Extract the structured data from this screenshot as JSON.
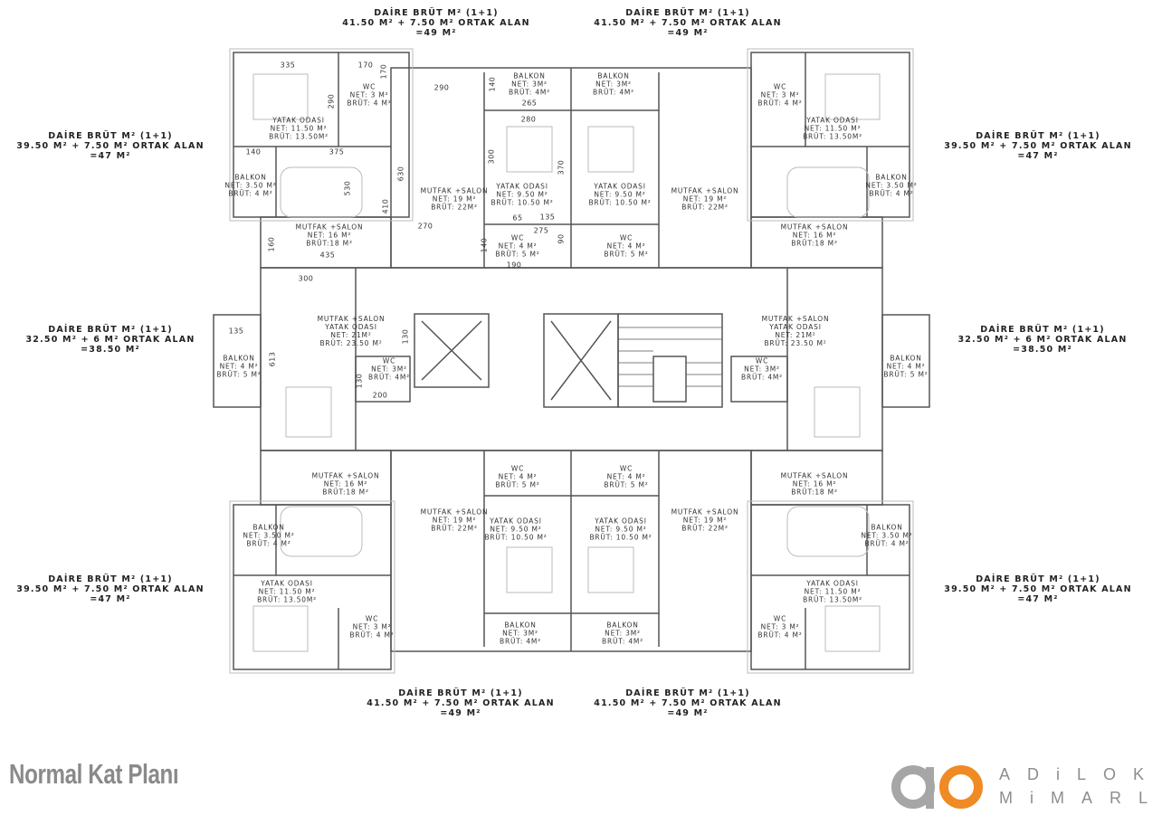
{
  "title": "Normal Kat Planı",
  "logo": {
    "line1": "ADiLOK",
    "line2": "MiMARL",
    "gray": "#a6a6a6",
    "orange": "#f08a24"
  },
  "summaries": {
    "top_left": [
      "DAİRE BRÜT M² (1+1)",
      "41.50 M² + 7.50 M² ORTAK ALAN",
      "=49 M²"
    ],
    "top_right": [
      "DAİRE BRÜT M² (1+1)",
      "41.50 M² + 7.50 M² ORTAK ALAN",
      "=49 M²"
    ],
    "left_upper": [
      "DAİRE BRÜT M² (1+1)",
      "39.50 M² + 7.50 M² ORTAK ALAN",
      "=47 M²"
    ],
    "right_upper": [
      "DAİRE BRÜT M² (1+1)",
      "39.50 M² + 7.50 M² ORTAK ALAN",
      "=47 M²"
    ],
    "left_middle": [
      "DAİRE BRÜT M² (1+1)",
      "32.50 M² + 6 M² ORTAK ALAN",
      "=38.50 M²"
    ],
    "right_middle": [
      "DAİRE BRÜT M² (1+1)",
      "32.50 M² + 6 M² ORTAK ALAN",
      "=38.50 M²"
    ],
    "left_lower": [
      "DAİRE BRÜT M² (1+1)",
      "39.50 M² + 7.50 M² ORTAK ALAN",
      "=47 M²"
    ],
    "right_lower": [
      "DAİRE BRÜT M² (1+1)",
      "39.50 M² + 7.50 M² ORTAK ALAN",
      "=47 M²"
    ],
    "bottom_left": [
      "DAİRE BRÜT M² (1+1)",
      "41.50 M² + 7.50 M² ORTAK ALAN",
      "=49 M²"
    ],
    "bottom_right": [
      "DAİRE BRÜT M² (1+1)",
      "41.50 M² + 7.50 M² ORTAK ALAN",
      "=49 M²"
    ]
  },
  "rooms": [
    {
      "name": "YATAK ODASI",
      "net": "NET: 11.50 M²",
      "brut": "BRÜT: 13.50M²"
    },
    {
      "name": "WC",
      "net": "NET: 3 M²",
      "brut": "BRÜT: 4 M²"
    },
    {
      "name": "BALKON",
      "net": "NET: 3.50 M²",
      "brut": "BRÜT: 4 M²"
    },
    {
      "name": "MUTFAK +SALON",
      "net": "NET: 16 M²",
      "brut": "BRÜT:18 M²"
    },
    {
      "name": "MUTFAK +SALON",
      "net": "NET: 19 M²",
      "brut": "BRÜT: 22M²"
    },
    {
      "name": "BALKON",
      "net": "NET: 3M²",
      "brut": "BRÜT: 4M²"
    },
    {
      "name": "YATAK ODASI",
      "net": "NET: 9.50 M²",
      "brut": "BRÜT: 10.50 M²"
    },
    {
      "name": "WC",
      "net": "NET: 4 M²",
      "brut": "BRÜT: 5 M²"
    },
    {
      "name": "BALKON",
      "net": "NET: 3M²",
      "brut": "BRÜT: 4M²"
    },
    {
      "name": "YATAK ODASI",
      "net": "NET: 9.50 M²",
      "brut": "BRÜT: 10.50 M²"
    },
    {
      "name": "WC",
      "net": "NET: 4 M²",
      "brut": "BRÜT: 5 M²"
    },
    {
      "name": "MUTFAK +SALON",
      "net": "NET: 19 M²",
      "brut": "BRÜT: 22M²"
    },
    {
      "name": "WC",
      "net": "NET: 3 M²",
      "brut": "BRÜT: 4 M²"
    },
    {
      "name": "YATAK ODASI",
      "net": "NET: 11.50 M²",
      "brut": "BRÜT: 13.50M²"
    },
    {
      "name": "BALKON",
      "net": "NET: 3.50 M²",
      "brut": "BRÜT: 4 M²"
    },
    {
      "name": "MUTFAK +SALON",
      "net": "NET: 16 M²",
      "brut": "BRÜT:18 M²"
    },
    {
      "name": "MUTFAK +SALON YATAK ODASI",
      "net": "NET: 21M²",
      "brut": "BRÜT: 23.50 M²"
    },
    {
      "name": "WC",
      "net": "NET: 3M²",
      "brut": "BRÜT: 4M²"
    },
    {
      "name": "BALKON",
      "net": "NET: 4 M²",
      "brut": "BRÜT: 5 M²"
    },
    {
      "name": "MUTFAK +SALON YATAK ODASI",
      "net": "NET: 21M²",
      "brut": "BRÜT: 23.50 M²"
    },
    {
      "name": "WC",
      "net": "NET: 3M²",
      "brut": "BRÜT: 4M²"
    },
    {
      "name": "BALKON",
      "net": "NET: 4 M²",
      "brut": "BRÜT: 5 M²"
    },
    {
      "name": "MUTFAK +SALON",
      "net": "NET: 16 M²",
      "brut": "BRÜT:18 M²"
    },
    {
      "name": "BALKON",
      "net": "NET: 3.50 M²",
      "brut": "BRÜT: 4 M²"
    },
    {
      "name": "YATAK ODASI",
      "net": "NET: 11.50 M²",
      "brut": "BRÜT: 13.50M²"
    },
    {
      "name": "WC",
      "net": "NET: 3 M²",
      "brut": "BRÜT: 4 M²"
    },
    {
      "name": "MUTFAK +SALON",
      "net": "NET: 19 M²",
      "brut": "BRÜT: 22M²"
    },
    {
      "name": "WC",
      "net": "NET: 4 M²",
      "brut": "BRÜT: 5 M²"
    },
    {
      "name": "YATAK ODASI",
      "net": "NET: 9.50 M²",
      "brut": "BRÜT: 10.50 M²"
    },
    {
      "name": "BALKON",
      "net": "NET: 3M²",
      "brut": "BRÜT: 4M²"
    },
    {
      "name": "WC",
      "net": "NET: 4 M²",
      "brut": "BRÜT: 5 M²"
    },
    {
      "name": "YATAK ODASI",
      "net": "NET: 9.50 M²",
      "brut": "BRÜT: 10.50 M²"
    },
    {
      "name": "BALKON",
      "net": "NET: 3M²",
      "brut": "BRÜT: 4M²"
    },
    {
      "name": "MUTFAK +SALON",
      "net": "NET: 19 M²",
      "brut": "BRÜT: 22M²"
    },
    {
      "name": "MUTFAK +SALON",
      "net": "NET: 16 M²",
      "brut": "BRÜT:18 M²"
    },
    {
      "name": "BALKON",
      "net": "NET: 3.50 M²",
      "brut": "BRÜT: 4 M²"
    },
    {
      "name": "YATAK ODASI",
      "net": "NET: 11.50 M²",
      "brut": "BRÜT: 13.50M²"
    },
    {
      "name": "WC",
      "net": "NET: 3 M²",
      "brut": "BRÜT: 4 M²"
    }
  ],
  "dimensions": [
    "335",
    "170",
    "170",
    "290",
    "140",
    "375",
    "530",
    "410",
    "160",
    "435",
    "290",
    "140",
    "265",
    "280",
    "300",
    "370",
    "630",
    "270",
    "65",
    "135",
    "275",
    "140",
    "90",
    "190",
    "300",
    "135",
    "613",
    "130",
    "200",
    "130"
  ]
}
